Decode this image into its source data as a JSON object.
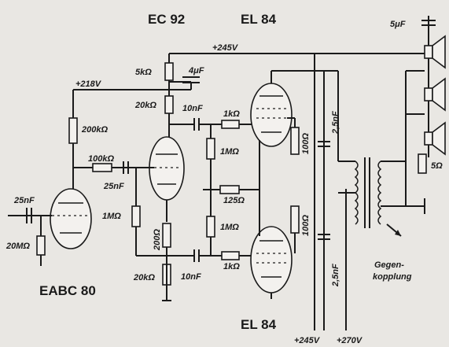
{
  "tubes": {
    "ec92": "EC 92",
    "el84_top": "EL 84",
    "el84_bottom": "EL 84",
    "eabc80": "EABC 80"
  },
  "voltages": {
    "v245_top": "+245V",
    "v218": "+218V",
    "v245_bottom": "+245V",
    "v270": "+270V"
  },
  "components": {
    "r_5k": "5kΩ",
    "c_4u": "4μF",
    "r_20k_top": "20kΩ",
    "c_10n_top": "10nF",
    "r_1k_top": "1kΩ",
    "c_25n_right": "2,5nF",
    "r_200k": "200kΩ",
    "r_100k": "100kΩ",
    "c_25n_mid": "25nF",
    "r_1M_left": "1MΩ",
    "r_1M_r1": "1MΩ",
    "r_125": "125Ω",
    "r_1M_r2": "1MΩ",
    "r_100_top": "100Ω",
    "r_100_bot": "100Ω",
    "c_25n_in": "25nF",
    "r_20M": "20MΩ",
    "r_200": "200Ω",
    "r_20k_bot": "20kΩ",
    "c_10n_bot": "10nF",
    "r_1k_bot": "1kΩ",
    "c_25n_bot": "2,5nF",
    "c_5u": "5μF",
    "r_5": "5Ω",
    "feedback_line1": "Gegen-",
    "feedback_line2": "kopplung"
  },
  "colors": {
    "ink": "#1a1a1a",
    "paper": "#e9e7e3"
  }
}
